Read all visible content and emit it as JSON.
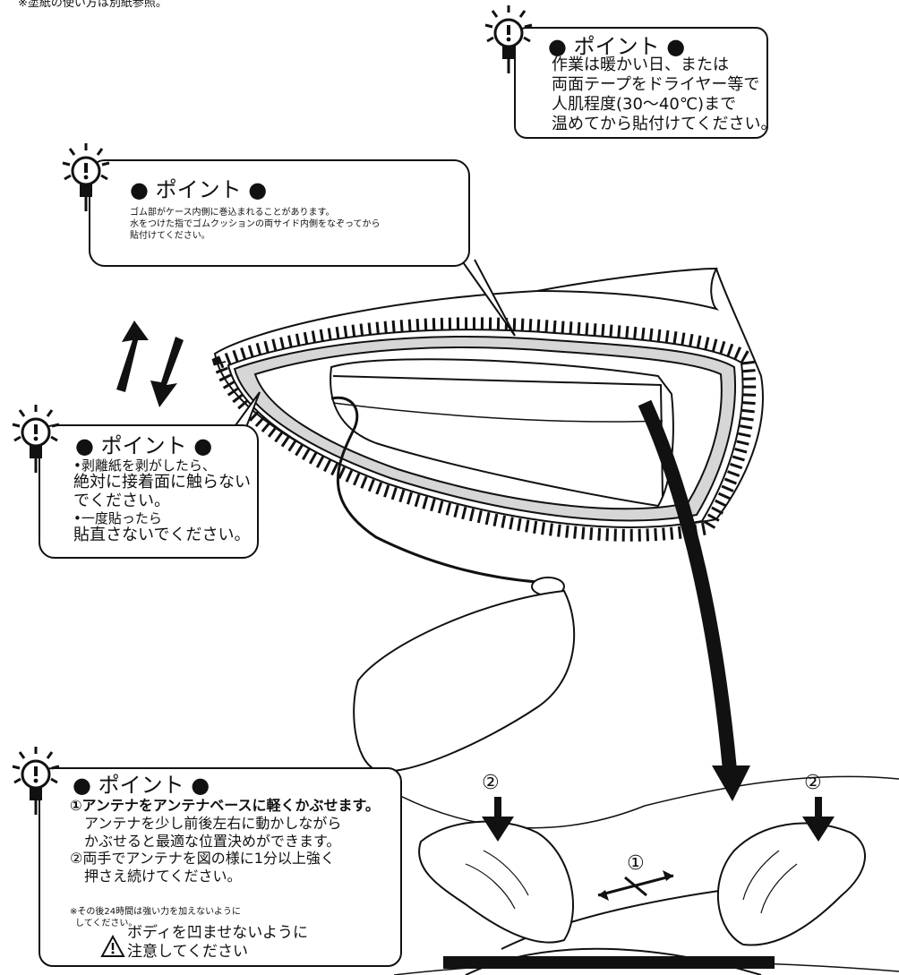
{
  "top_note": "※塗紙の使い方は別紙参照。",
  "callouts": {
    "top_right": {
      "title": "● ポイント ●",
      "lines": [
        "作業は暖かい日、または",
        "両面テープをドライヤー等で",
        "人肌程度(30〜40℃)まで",
        "温めてから貼付けてください。"
      ]
    },
    "upper_left": {
      "title": "● ポイント ●",
      "lines": [
        "ゴム部がケース内側に巻込まれることがあります。",
        "水をつけた指でゴムクッションの両サイド内側をなぞってから",
        "貼付けてください。"
      ]
    },
    "middle_left": {
      "title": "● ポイント ●",
      "lines": [
        "•剥離紙を剥がしたら、",
        "絶対に接着面に触らない",
        "でください。",
        "•一度貼ったら",
        "貼直さないでください。"
      ]
    },
    "bottom_left": {
      "title": "● ポイント ●",
      "lines": [
        "①アンテナをアンテナベースに軽くかぶせます。",
        "アンテナを少し前後左右に動かしながら",
        "かぶせると最適な位置決めができます。",
        "②両手でアンテナを図の様に1分以上強く",
        "押さえ続けてください。"
      ],
      "note_lines": [
        "※その後24時間は強い力を加えないように",
        "してください。"
      ],
      "warning_lines": [
        "ボディを凹ませないように",
        "注意してください"
      ]
    }
  },
  "labels": {
    "step1": "①",
    "step2_left": "②",
    "step2_right": "②"
  },
  "icons": [
    "lightbulb-icon",
    "warning-triangle-icon",
    "arrow-icon"
  ]
}
